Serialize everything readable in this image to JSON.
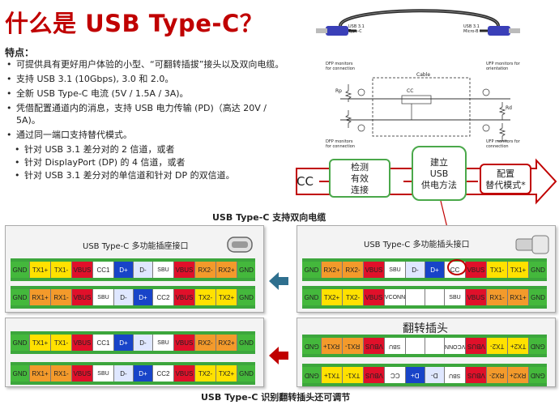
{
  "title": "什么是 USB Type-C？",
  "features": {
    "heading": "特点：",
    "bullets": [
      "可提供具有更好用户体验的小型、“可翻转插拔”接头以及双向电缆。",
      "支持 USB 3.1 (10Gbps), 3.0 和 2.0。",
      "全新 USB Type-C 电流 (5V / 1.5A / 3A)。",
      "凭借配置通道内的消息，支持 USB 电力传输 (PD)（高达 20V / 5A)。",
      "通过同一端口支持替代模式。"
    ],
    "sub_bullets": [
      "针对 USB 3.1 差分对的 2 信道，或者",
      "针对 DisplayPort (DP) 的 4 信道，或者",
      "针对 USB 3.1 差分对的单信道和针对 DP 的双信道。"
    ]
  },
  "cable_photo": {
    "left_label": "USB 3.1\nType-C",
    "right_label": "USB 3.1\nMicro-B"
  },
  "schematic": {
    "dfp_top": "DFP monitors for connection",
    "dfp_bottom": "DFP monitors for connection",
    "ufp_top": "UFP monitors for orientation",
    "ufp_bottom": "UFP monitors for connection",
    "cable": "Cable",
    "cc": "CC",
    "rp": "Rp",
    "rd": "Rd"
  },
  "flow": {
    "cc": "CC",
    "detect": "检测\n有效\n连接",
    "power": "建立\nUSB\n供电方法",
    "mode": "配置\n替代模式*"
  },
  "caption_top": "USB Type-C 支持双向电缆",
  "caption_bottom": "USB Type-C 识别翻转插头还可调节",
  "receptacle": {
    "title": "USB Type-C 多功能插座接口",
    "row1": [
      "GND",
      "TX1+",
      "TX1-",
      "VBUS",
      "CC1",
      "D+",
      "D-",
      "SBU",
      "VBUS",
      "RX2-",
      "RX2+",
      "GND"
    ],
    "row2": [
      "GND",
      "RX1+",
      "RX1-",
      "VBUS",
      "SBU",
      "D-",
      "D+",
      "CC2",
      "VBUS",
      "TX2-",
      "TX2+",
      "GND"
    ]
  },
  "plug": {
    "title": "USB Type-C 多功能插头接口",
    "row1": [
      "GND",
      "RX2+",
      "RX2-",
      "VBUS",
      "SBU",
      "D-",
      "D+",
      "CC",
      "VBUS",
      "TX1-",
      "TX1+",
      "GND"
    ],
    "row2": [
      "GND",
      "TX2+",
      "TX2-",
      "VBUS",
      "VCONN",
      "",
      "",
      "SBU",
      "VBUS",
      "RX1-",
      "RX1+",
      "GND"
    ]
  },
  "receptacle2": {
    "row1": [
      "GND",
      "TX1+",
      "TX1-",
      "VBUS",
      "CC1",
      "D+",
      "D-",
      "SBU",
      "VBUS",
      "RX2-",
      "RX2+",
      "GND"
    ],
    "row2": [
      "GND",
      "RX1+",
      "RX1-",
      "VBUS",
      "SBU",
      "D-",
      "D+",
      "CC2",
      "VBUS",
      "TX2-",
      "TX2+",
      "GND"
    ]
  },
  "flipped_plug": {
    "title": "翻转插头",
    "row1": [
      "GND",
      "RX1+",
      "RX1-",
      "VBUS",
      "SBU",
      "",
      "",
      "VCONN",
      "VBUS",
      "TX2-",
      "TX2+",
      "GND"
    ],
    "row2": [
      "GND",
      "TX1+",
      "TX1-",
      "VBUS",
      "CC",
      "D+",
      "D-",
      "SBU",
      "VBUS",
      "RX2-",
      "RX2+",
      "GND"
    ]
  },
  "colors": {
    "title": "#c00000",
    "gnd": "#44b83c",
    "tx": "#ffe100",
    "rx": "#f39a2b",
    "vbus": "#e0102a",
    "dplus": "#1844c8",
    "arrow_blue": "#2e6f8e",
    "arrow_red": "#c00000",
    "flow_border": "#c00000",
    "flow_box_green": "#4aa84a"
  }
}
